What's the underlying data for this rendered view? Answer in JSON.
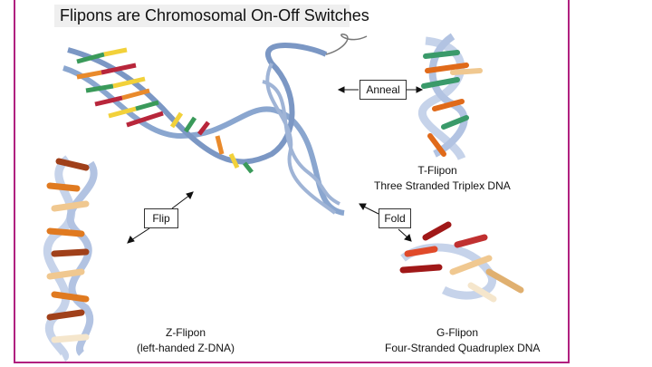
{
  "title": "Flipons are Chromosomal On-Off Switches",
  "actions": {
    "anneal": "Anneal",
    "flip": "Flip",
    "fold": "Fold"
  },
  "structures": {
    "t_flipon": {
      "name": "T-Flipon",
      "desc": "Three Stranded Triplex DNA"
    },
    "z_flipon": {
      "name": "Z-Flipon",
      "desc": "(left-handed Z-DNA)"
    },
    "g_flipon": {
      "name": "G-Flipon",
      "desc": "Four-Stranded Quadruplex DNA"
    }
  },
  "colors": {
    "border": "#b0207f",
    "backbone": "#8aa6cf",
    "green": "#3a9a5a",
    "yellow": "#f2d13a",
    "red": "#b8263b",
    "orange": "#e98a2b"
  }
}
